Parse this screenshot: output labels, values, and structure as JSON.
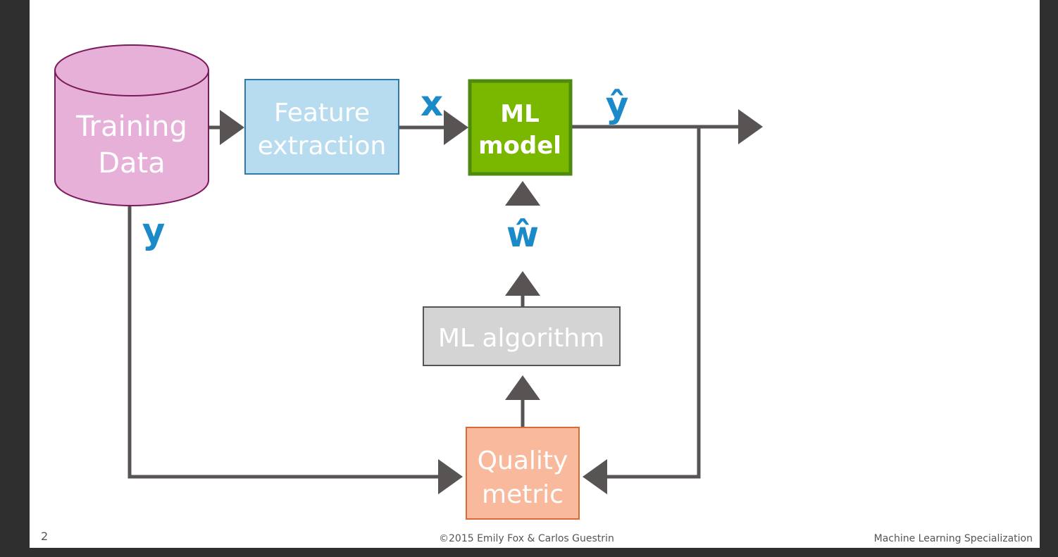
{
  "diagram": {
    "training_data": {
      "line1": "Training",
      "line2": "Data"
    },
    "feature_extraction": {
      "line1": "Feature",
      "line2": "extraction"
    },
    "ml_model": {
      "line1": "ML",
      "line2": "model"
    },
    "ml_algorithm": {
      "label": "ML algorithm"
    },
    "quality_metric": {
      "line1": "Quality",
      "line2": "metric"
    },
    "symbols": {
      "x": "x",
      "y": "y",
      "y_hat": "ŷ",
      "w_hat": "ŵ"
    }
  },
  "colors": {
    "training_data_fill": "#e6b0d8",
    "training_data_stroke": "#7b1a5c",
    "feature_fill": "#b7dcf0",
    "feature_stroke": "#2f7aa8",
    "model_fill": "#7ab800",
    "model_stroke": "#4f8a10",
    "algorithm_fill": "#d4d4d4",
    "algorithm_stroke": "#555555",
    "quality_fill": "#f8b99c",
    "quality_stroke": "#d86a3a",
    "arrow": "#595454",
    "symbol": "#1a8ac9"
  },
  "footer": {
    "slide_number": "2",
    "copyright": "©2015 Emily Fox & Carlos Guestrin",
    "course": "Machine Learning Specialization"
  }
}
